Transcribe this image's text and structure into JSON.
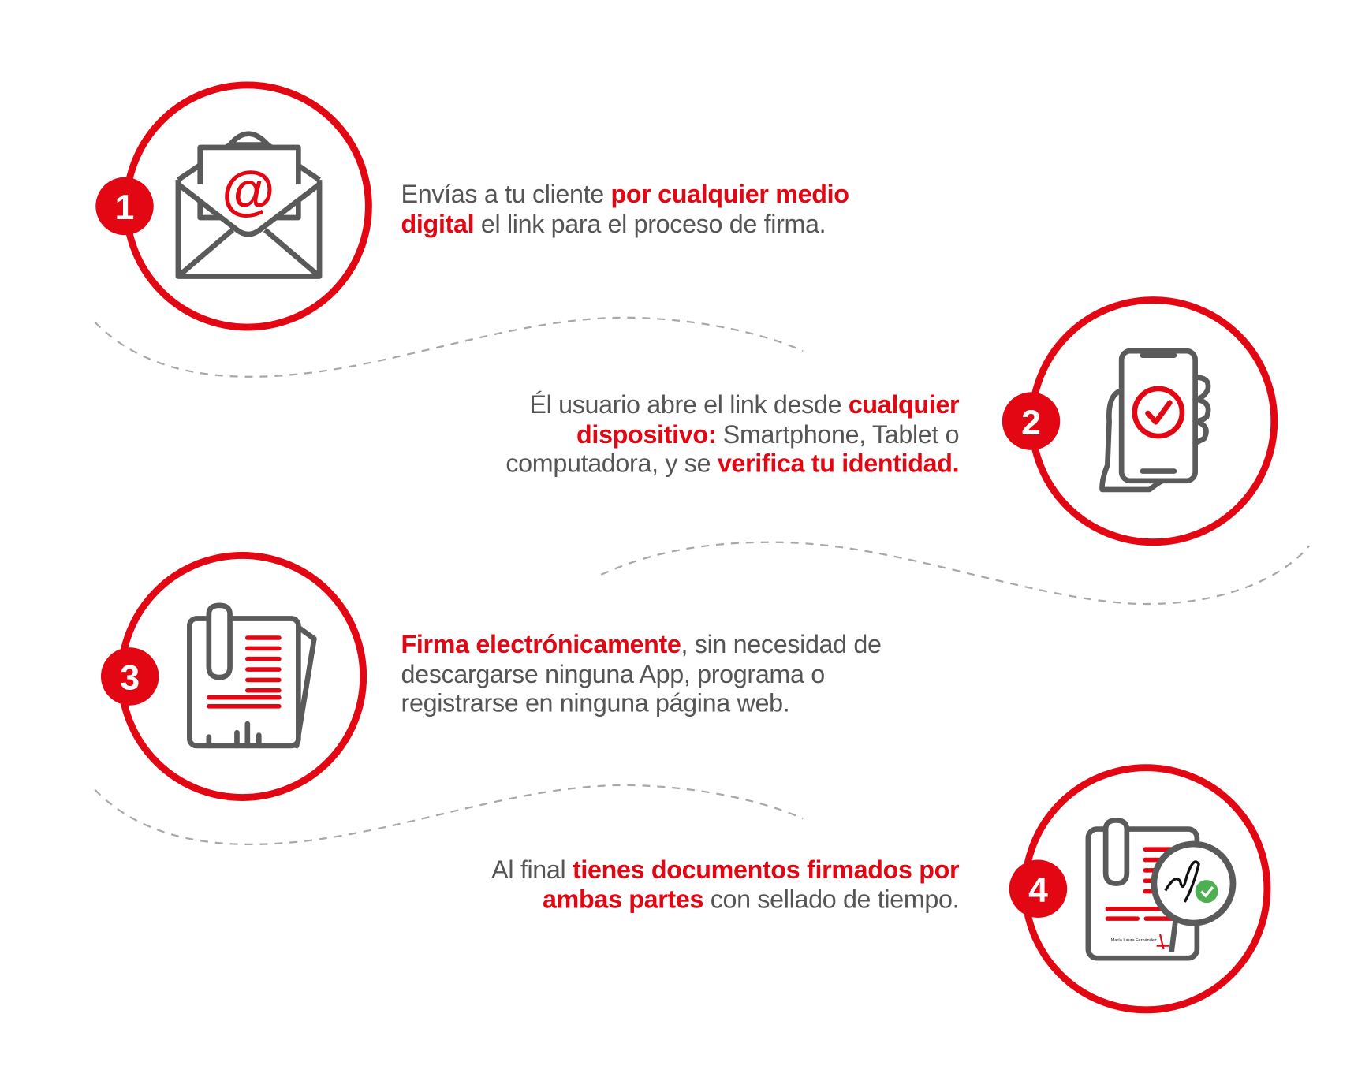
{
  "colors": {
    "accent": "#e30613",
    "icon": "#5a5a5a",
    "dash": "#a8a8a8",
    "check": "#4caf50"
  },
  "steps": [
    {
      "number": "1",
      "icon": "envelope-at-icon",
      "text": [
        {
          "t": "Envías a tu cliente "
        },
        {
          "t": "por cualquier medio digital",
          "bold": true
        },
        {
          "t": " el link para el proceso de firma."
        }
      ]
    },
    {
      "number": "2",
      "icon": "smartphone-check-icon",
      "text": [
        {
          "t": "Él usuario abre el link desde "
        },
        {
          "t": "cualquier dispositivo:",
          "bold": true
        },
        {
          "t": " Smartphone, Tablet o computadora, y se "
        },
        {
          "t": "verifica tu identidad.",
          "bold": true
        }
      ]
    },
    {
      "number": "3",
      "icon": "document-clip-icon",
      "text": [
        {
          "t": "Firma electrónicamente",
          "bold": true
        },
        {
          "t": ", sin necesidad de descargarse ninguna App, programa o registrarse en ninguna página web."
        }
      ]
    },
    {
      "number": "4",
      "icon": "signed-document-icon",
      "text": [
        {
          "t": "Al final "
        },
        {
          "t": "tienes documentos firmados por ambas partes",
          "bold": true
        },
        {
          "t": " con sellado de tiempo."
        }
      ],
      "signature_name": "María Laura Fernández"
    }
  ]
}
